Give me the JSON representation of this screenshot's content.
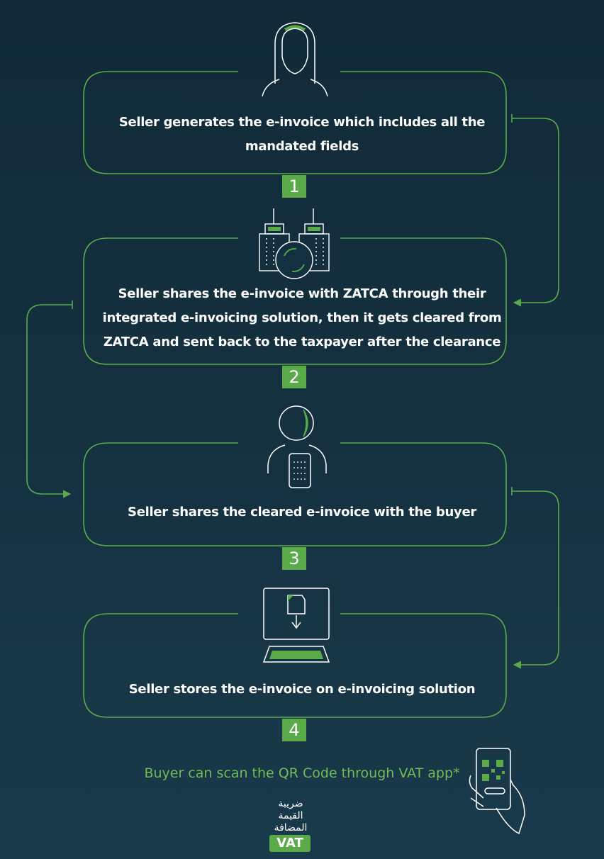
{
  "steps": [
    {
      "number": "1",
      "text_lines": [
        "Seller generates the e-invoice which includes all the",
        "mandated fields"
      ]
    },
    {
      "number": "2",
      "text_lines": [
        "Seller shares the e-invoice with ZATCA through their",
        "integrated e-invoicing solution, then it gets cleared from",
        "ZATCA and sent back to the taxpayer after the clearance"
      ]
    },
    {
      "number": "3",
      "text_lines": [
        "Seller shares the cleared e-invoice with the buyer"
      ]
    },
    {
      "number": "4",
      "text_lines": [
        "Seller stores the e-invoice on e-invoicing solution"
      ]
    }
  ],
  "qr_note": "Buyer can scan the QR Code through VAT app*",
  "logo": {
    "arabic_lines": [
      "ضريبة",
      "القيمة",
      "المضافة"
    ],
    "vat": "VAT"
  },
  "icons": [
    "seller-woman-icon",
    "zatca-buildings-sync-icon",
    "buyer-phone-icon",
    "computer-download-icon",
    "phone-qr-scan-icon"
  ],
  "colors": {
    "accent_green": "#5aaa4a",
    "text_green": "#6fbd55",
    "background_top": "#102a38",
    "background_bottom": "#193a4b"
  }
}
